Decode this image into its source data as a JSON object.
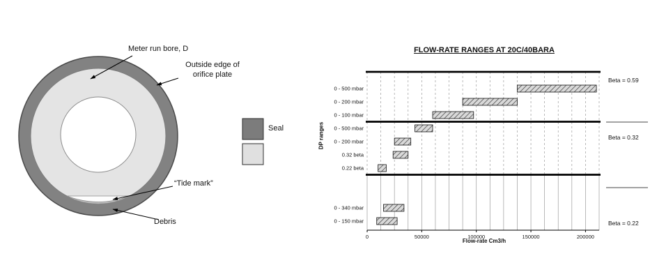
{
  "diagram": {
    "labels": {
      "bore": "Meter run bore, D",
      "outside_edge": "Outside edge of orifice plate",
      "tide_mark": "“Tide mark”",
      "debris": "Debris"
    },
    "legend": {
      "seal": "Seal"
    },
    "colors": {
      "seal": "#828282",
      "plate": "#e4e4e4",
      "debris": "#bfbfbf",
      "bore": "#ffffff"
    }
  },
  "chart_data": {
    "type": "bar",
    "orientation": "horizontal",
    "title": "FLOW-RATE RANGES AT 20C/40BARA",
    "xlabel": "Flow-rate Cm3/h",
    "ylabel": "DP ranges",
    "xlim": [
      0,
      212500
    ],
    "x_ticks": [
      0,
      50000,
      100000,
      150000,
      200000
    ],
    "gridline_step": 12500,
    "dividers_at_slots": [
      2.5,
      6.5
    ],
    "grid": "vertical, dashed above lower band, solid in lower band",
    "legend_position": "right margin beta labels",
    "groups": [
      {
        "beta_label": "Beta = 0.59",
        "rows": [
          {
            "label": "0 - 500 mbar",
            "slot": 0,
            "start": 137500,
            "end": 210000
          },
          {
            "label": "0 - 200 mbar",
            "slot": 1,
            "start": 87500,
            "end": 137500
          },
          {
            "label": "0 - 100 mbar",
            "slot": 2,
            "start": 60000,
            "end": 97500
          }
        ]
      },
      {
        "beta_label": "Beta = 0.32",
        "rows": [
          {
            "label": "0 - 500 mbar",
            "slot": 3,
            "start": 43750,
            "end": 60000
          },
          {
            "label": "0 - 200 mbar",
            "slot": 4,
            "start": 25000,
            "end": 40000
          },
          {
            "label": "0.32 beta",
            "slot": 5,
            "start": 23750,
            "end": 37500
          },
          {
            "label": "0.22 beta",
            "slot": 6,
            "start": 10000,
            "end": 17500
          }
        ]
      },
      {
        "beta_label": "Beta = 0.22",
        "rows": [
          {
            "label": "0 - 340 mbar",
            "slot": 9,
            "start": 15000,
            "end": 33750
          },
          {
            "label": "0 - 150 mbar",
            "slot": 10,
            "start": 8750,
            "end": 27500
          }
        ]
      }
    ]
  }
}
